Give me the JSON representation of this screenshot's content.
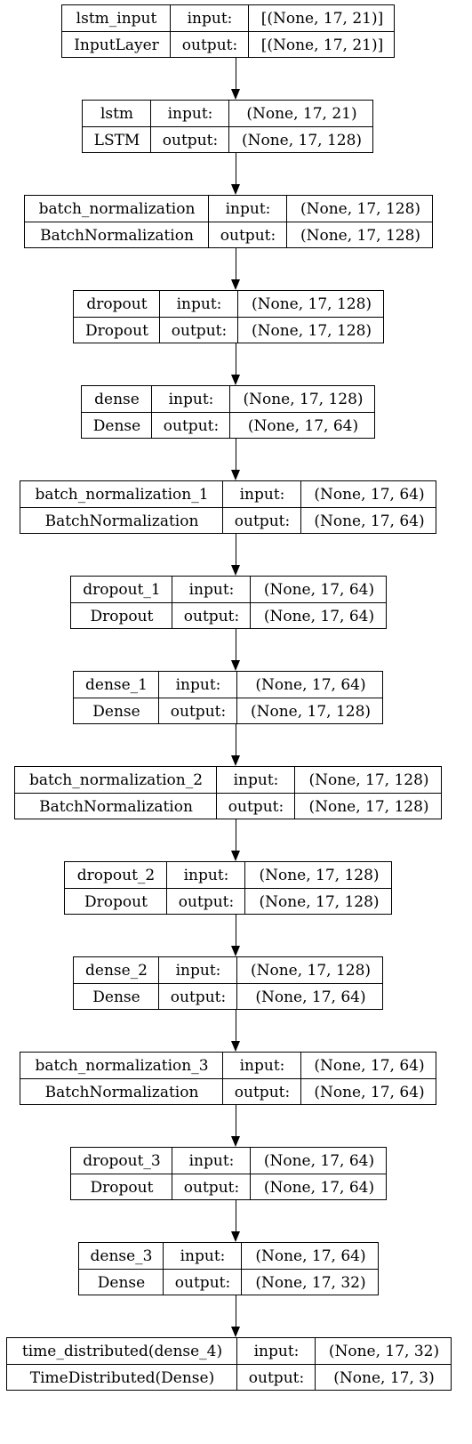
{
  "labels": {
    "input": "input:",
    "output": "output:"
  },
  "layers": [
    {
      "name": "lstm_input",
      "type": "InputLayer",
      "input_shape": "[(None, 17, 21)]",
      "output_shape": "[(None, 17, 21)]"
    },
    {
      "name": "lstm",
      "type": "LSTM",
      "input_shape": "(None, 17, 21)",
      "output_shape": "(None, 17, 128)"
    },
    {
      "name": "batch_normalization",
      "type": "BatchNormalization",
      "input_shape": "(None, 17, 128)",
      "output_shape": "(None, 17, 128)"
    },
    {
      "name": "dropout",
      "type": "Dropout",
      "input_shape": "(None, 17, 128)",
      "output_shape": "(None, 17, 128)"
    },
    {
      "name": "dense",
      "type": "Dense",
      "input_shape": "(None, 17, 128)",
      "output_shape": "(None, 17, 64)"
    },
    {
      "name": "batch_normalization_1",
      "type": "BatchNormalization",
      "input_shape": "(None, 17, 64)",
      "output_shape": "(None, 17, 64)"
    },
    {
      "name": "dropout_1",
      "type": "Dropout",
      "input_shape": "(None, 17, 64)",
      "output_shape": "(None, 17, 64)"
    },
    {
      "name": "dense_1",
      "type": "Dense",
      "input_shape": "(None, 17, 64)",
      "output_shape": "(None, 17, 128)"
    },
    {
      "name": "batch_normalization_2",
      "type": "BatchNormalization",
      "input_shape": "(None, 17, 128)",
      "output_shape": "(None, 17, 128)"
    },
    {
      "name": "dropout_2",
      "type": "Dropout",
      "input_shape": "(None, 17, 128)",
      "output_shape": "(None, 17, 128)"
    },
    {
      "name": "dense_2",
      "type": "Dense",
      "input_shape": "(None, 17, 128)",
      "output_shape": "(None, 17, 64)"
    },
    {
      "name": "batch_normalization_3",
      "type": "BatchNormalization",
      "input_shape": "(None, 17, 64)",
      "output_shape": "(None, 17, 64)"
    },
    {
      "name": "dropout_3",
      "type": "Dropout",
      "input_shape": "(None, 17, 64)",
      "output_shape": "(None, 17, 64)"
    },
    {
      "name": "dense_3",
      "type": "Dense",
      "input_shape": "(None, 17, 64)",
      "output_shape": "(None, 17, 32)"
    },
    {
      "name": "time_distributed(dense_4)",
      "type": "TimeDistributed(Dense)",
      "input_shape": "(None, 17, 32)",
      "output_shape": "(None, 17, 3)"
    }
  ]
}
